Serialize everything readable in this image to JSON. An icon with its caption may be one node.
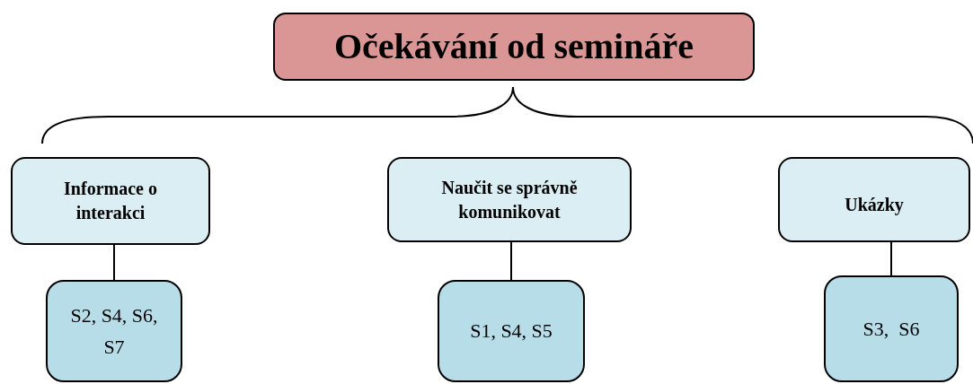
{
  "diagram": {
    "nodes": [
      {
        "text": [
          "Očekávání od semináře"
        ]
      },
      {
        "text": [
          "Informace o interakci"
        ]
      },
      {
        "text": [
          "Naučit se správně komunikovat"
        ]
      },
      {
        "text": [
          "Ukázky"
        ]
      },
      {
        "text": [
          "S2, S4, S6, S7"
        ]
      },
      {
        "text": [
          "S1, S4, S5"
        ]
      },
      {
        "text": [
          "S3,  S6"
        ]
      }
    ],
    "edges": [
      {
        "from": 1,
        "to": 4,
        "arrow": "none"
      },
      {
        "from": 2,
        "to": 5,
        "arrow": "none"
      },
      {
        "from": 3,
        "to": 6,
        "arrow": "none"
      }
    ]
  }
}
